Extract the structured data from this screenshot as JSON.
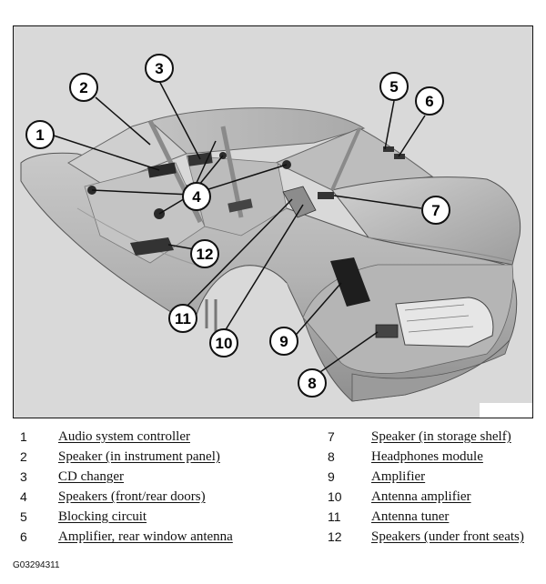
{
  "figure_id": "G03294311",
  "callouts": [
    {
      "num": "1"
    },
    {
      "num": "2"
    },
    {
      "num": "3"
    },
    {
      "num": "4"
    },
    {
      "num": "5"
    },
    {
      "num": "6"
    },
    {
      "num": "7"
    },
    {
      "num": "8"
    },
    {
      "num": "9"
    },
    {
      "num": "10"
    },
    {
      "num": "11"
    },
    {
      "num": "12"
    }
  ],
  "legend": {
    "left": [
      {
        "num": "1",
        "label": "Audio system controller"
      },
      {
        "num": "2",
        "label": "Speaker (in instrument panel)"
      },
      {
        "num": "3",
        "label": "CD changer"
      },
      {
        "num": "4",
        "label": "Speakers (front/rear doors)"
      },
      {
        "num": "5",
        "label": "Blocking circuit"
      },
      {
        "num": "6",
        "label": "Amplifier, rear window antenna"
      }
    ],
    "right": [
      {
        "num": "7",
        "label": "Speaker (in storage shelf)"
      },
      {
        "num": "8",
        "label": "Headphones module"
      },
      {
        "num": "9",
        "label": "Amplifier"
      },
      {
        "num": "10",
        "label": "Antenna amplifier"
      },
      {
        "num": "11",
        "label": "Antenna tuner"
      },
      {
        "num": "12",
        "label": "Speakers (under front seats)"
      }
    ]
  }
}
